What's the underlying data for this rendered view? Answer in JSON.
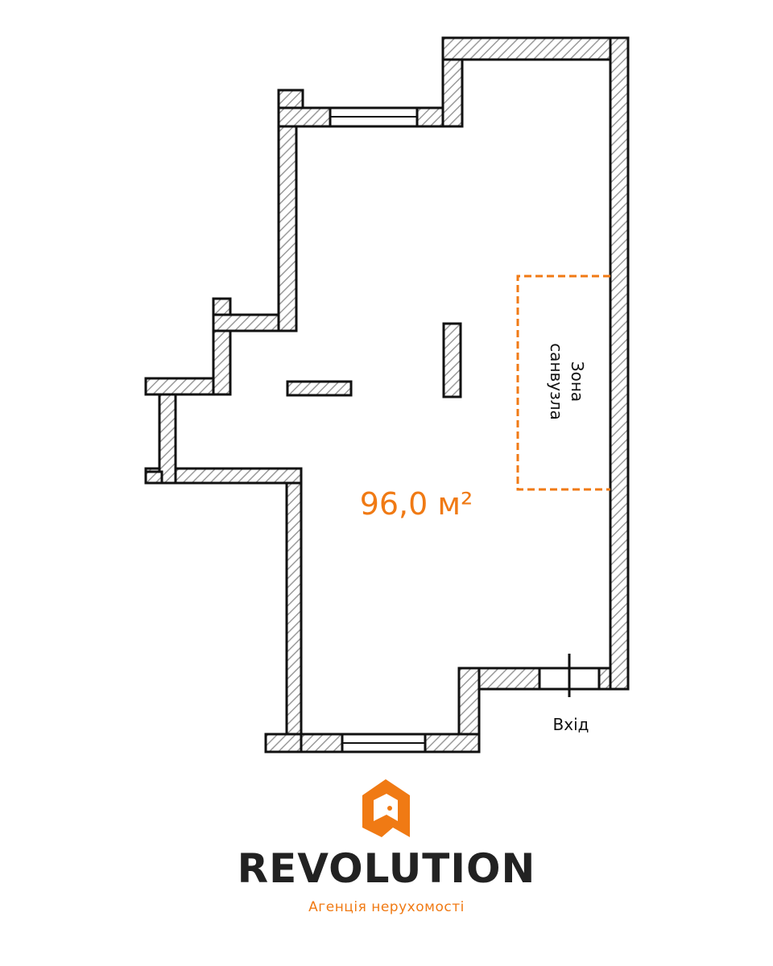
{
  "plan": {
    "area_label": "96,0 м²",
    "zone_label_line1": "Зона",
    "zone_label_line2": "санвузла",
    "entrance_label": "Вхід"
  },
  "colors": {
    "accent": "#F07A14",
    "wall_stroke": "#111111",
    "hatch": "#9a9a9a",
    "text": "#111111"
  },
  "brand": {
    "logo_icon": "house-door-logo-icon",
    "name": "REVOLUTION",
    "tagline": "Агенція нерухомості"
  }
}
